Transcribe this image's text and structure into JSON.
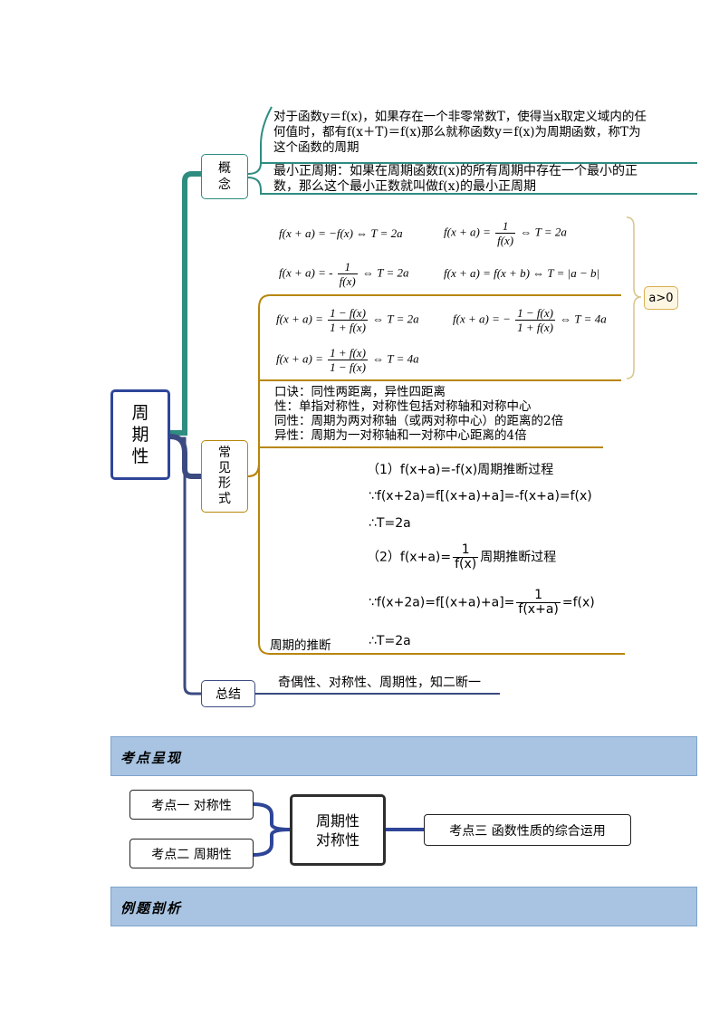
{
  "mindmap": {
    "root": "周\n期\n性",
    "concept": {
      "label": "概\n念",
      "definition": [
        "对于函数y＝f(x)，如果存在一个非零常数T，使得当x取定义域内的任",
        "何值时，都有f(x＋T)＝f(x)那么就称函数y＝f(x)为周期函数，称T为",
        "这个函数的周期"
      ],
      "min_period": [
        "最小正周期：如果在周期函数f(x)的所有周期中存在一个最小的正",
        "数，那么这个最小正数就叫做f(x)的最小正周期"
      ]
    },
    "forms": {
      "label": "常\n见\n形\n式",
      "condition": "a>0",
      "mnemonic": [
        "口诀：同性两距离，异性四距离",
        "性：单指对称性，对称性包括对称轴和对称中心",
        "同性：周期为两对称轴（或两对称中心）的距离的2倍",
        "异性：周期为一对称轴和一对称中心距离的4倍"
      ],
      "derivation_label": "周期的推断",
      "derivation": {
        "step1_title": "（1）f(x+a)=-f(x)周期推断过程",
        "step1_proof": "∵f(x+2a)=f[(x+a)+a]=-f(x+a)=f(x)",
        "step1_result": "∴T=2a",
        "step2_prefix": "（2）f(x+a)=",
        "step2_num": "1",
        "step2_den": "f(x)",
        "step2_suffix": "周期推断过程",
        "step2_proof": "∵f(x+2a)=f[(x+a)+a]=",
        "step2_proof_num": "1",
        "step2_proof_den": "f(x+a)",
        "step2_proof_end": "=f(x)",
        "step2_result": "∴T=2a"
      }
    },
    "summary": {
      "label": "总结",
      "text": "奇偶性、对称性、周期性，知二断一"
    }
  },
  "section1_title": "考点呈现",
  "kaodian": {
    "item1": "考点一  对称性",
    "item2": "考点二  周期性",
    "center_line1": "周期性",
    "center_line2": "对称性",
    "item3": "考点三  函数性质的综合运用"
  },
  "section2_title": "例题剖析",
  "colors": {
    "root": "#2e4598",
    "concept": "#2e8c80",
    "forms": "#b8860b",
    "summary": "#3b4a80",
    "band": "#a8c4e2"
  }
}
